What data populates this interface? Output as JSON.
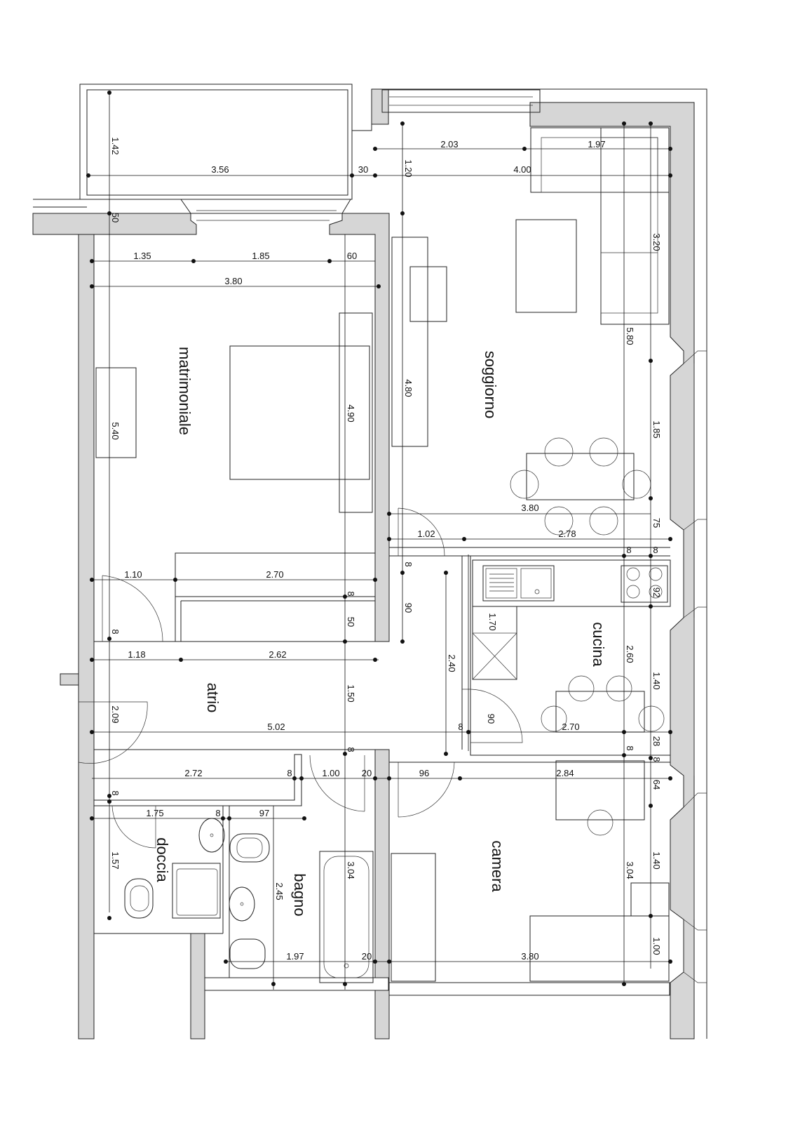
{
  "rooms": {
    "matrimoniale": "matrimoniale",
    "soggiorno": "soggiorno",
    "cucina": "cucina",
    "atrio": "atrio",
    "doccia": "doccia",
    "bagno": "bagno",
    "camera": "camera"
  },
  "dims": {
    "d_142": "1.42",
    "d_356": "3.56",
    "d_30": "30",
    "d_120": "1.20",
    "d_203": "2.03",
    "d_197a": "1.97",
    "d_400": "4.00",
    "d_320": "3.20",
    "d_50a": "50",
    "d_135": "1.35",
    "d_185a": "1.85",
    "d_60": "60",
    "d_380a": "3.80",
    "d_540": "5.40",
    "d_490": "4.90",
    "d_480": "4.80",
    "d_580": "5.80",
    "d_185b": "1.85",
    "d_380b": "3.80",
    "d_75": "75",
    "d_102": "1.02",
    "d_278": "2.78",
    "d_8a": "8",
    "d_8b": "8",
    "d_8c": "8",
    "d_110": "1.10",
    "d_270a": "2.70",
    "d_8d": "8",
    "d_50b": "50",
    "d_90a": "90",
    "d_170": "1.70",
    "d_92": "92",
    "d_8e": "8",
    "d_118": "1.18",
    "d_262": "2.62",
    "d_240": "2.40",
    "d_260": "2.60",
    "d_140a": "1.40",
    "d_209": "2.09",
    "d_150": "1.50",
    "d_502": "5.02",
    "d_8f": "8",
    "d_90b": "90",
    "d_270b": "2.70",
    "d_28": "28",
    "d_8g": "8",
    "d_8h": "8",
    "d_272": "2.72",
    "d_8i": "8",
    "d_100a": "1.00",
    "d_20a": "20",
    "d_96": "96",
    "d_284": "2.84",
    "d_64": "64",
    "d_8j": "8",
    "d_8k": "8",
    "d_175": "1.75",
    "d_8l": "8",
    "d_97": "97",
    "d_157": "1.57",
    "d_245": "2.45",
    "d_304a": "3.04",
    "d_304b": "3.04",
    "d_140b": "1.40",
    "d_100b": "1.00",
    "d_197b": "1.97",
    "d_20b": "20",
    "d_380c": "3.80"
  }
}
